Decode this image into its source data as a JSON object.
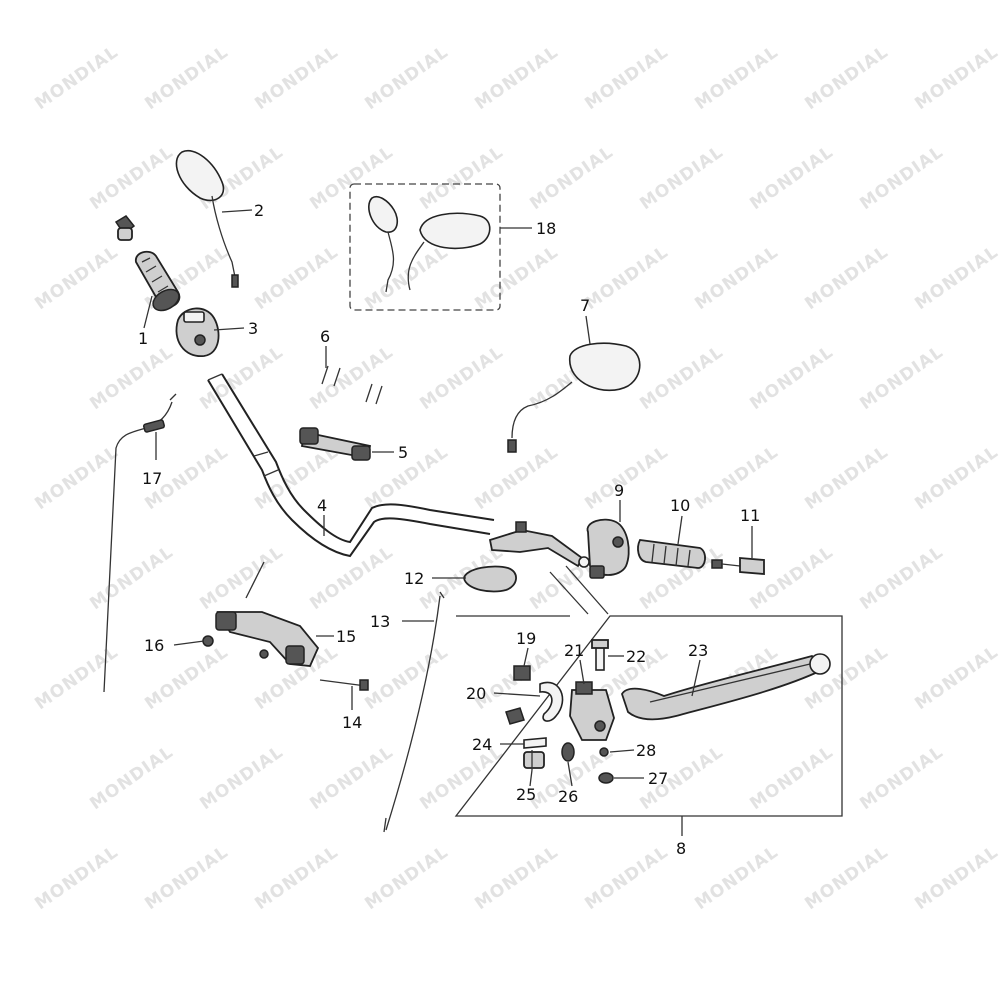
{
  "watermark": "MONDIAL",
  "colors": {
    "line": "#222222",
    "part_fill": "#cfcfcf",
    "watermark": "#e2e2e2",
    "background": "#ffffff"
  },
  "callouts": [
    {
      "id": "1",
      "label": "1"
    },
    {
      "id": "2",
      "label": "2"
    },
    {
      "id": "3",
      "label": "3"
    },
    {
      "id": "4",
      "label": "4"
    },
    {
      "id": "5",
      "label": "5"
    },
    {
      "id": "6",
      "label": "6"
    },
    {
      "id": "7",
      "label": "7"
    },
    {
      "id": "8",
      "label": "8"
    },
    {
      "id": "9",
      "label": "9"
    },
    {
      "id": "10",
      "label": "10"
    },
    {
      "id": "11",
      "label": "11"
    },
    {
      "id": "12",
      "label": "12"
    },
    {
      "id": "13",
      "label": "13"
    },
    {
      "id": "14",
      "label": "14"
    },
    {
      "id": "15",
      "label": "15"
    },
    {
      "id": "16",
      "label": "16"
    },
    {
      "id": "17",
      "label": "17"
    },
    {
      "id": "18",
      "label": "18"
    },
    {
      "id": "19",
      "label": "19"
    },
    {
      "id": "20",
      "label": "20"
    },
    {
      "id": "21",
      "label": "21"
    },
    {
      "id": "22",
      "label": "22"
    },
    {
      "id": "23",
      "label": "23"
    },
    {
      "id": "24",
      "label": "24"
    },
    {
      "id": "25",
      "label": "25"
    },
    {
      "id": "26",
      "label": "26"
    },
    {
      "id": "27",
      "label": "27"
    },
    {
      "id": "28",
      "label": "28"
    }
  ]
}
